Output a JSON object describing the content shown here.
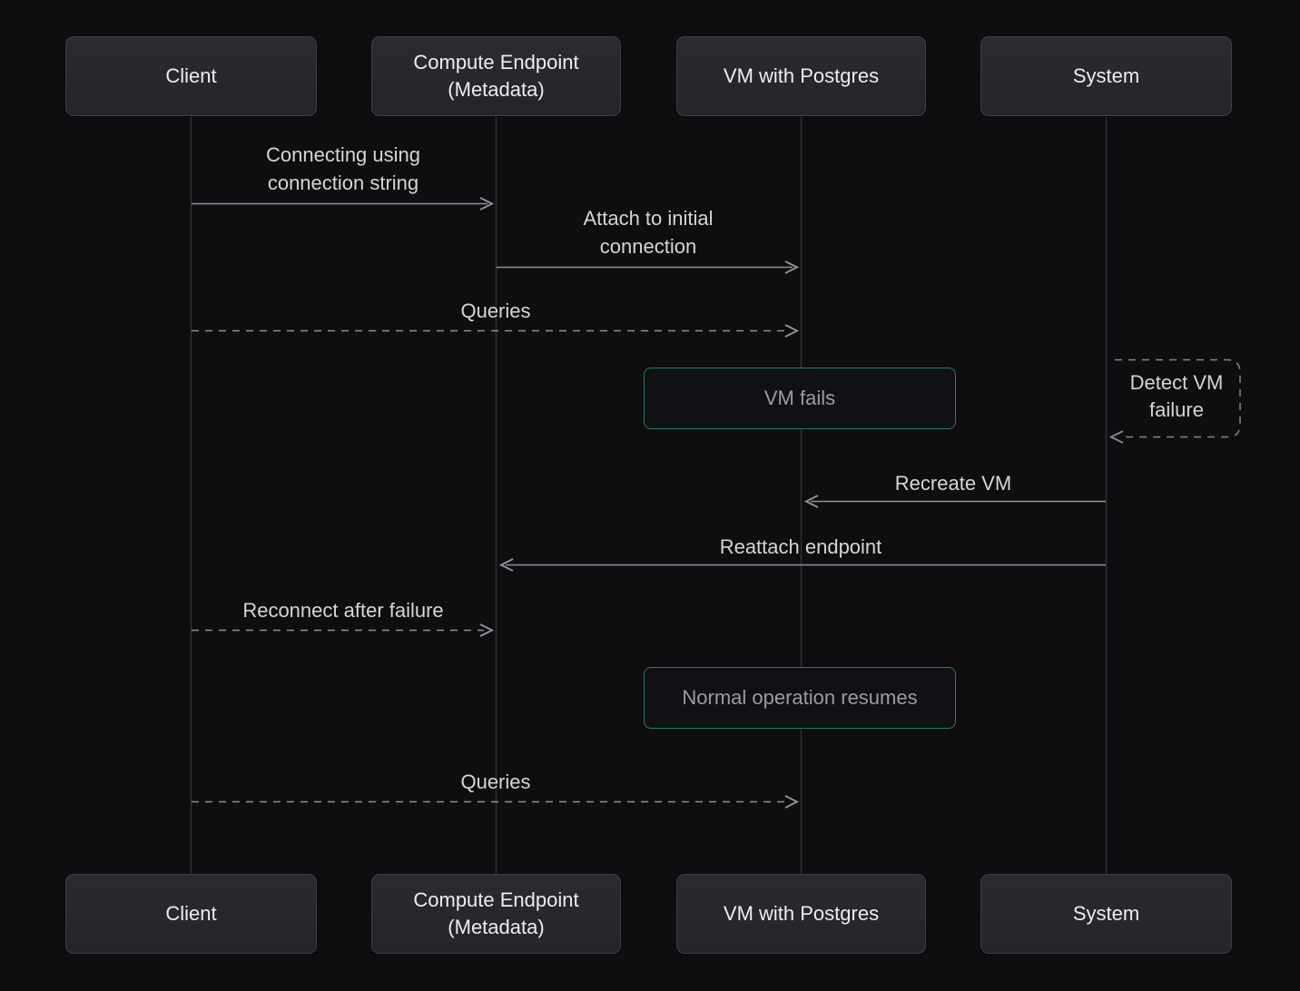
{
  "diagram": {
    "type": "sequence-diagram",
    "actors": [
      {
        "id": "client",
        "label": "Client"
      },
      {
        "id": "compute-endpoint",
        "label": "Compute Endpoint (Metadata)"
      },
      {
        "id": "vm-with-postgres",
        "label": "VM with Postgres"
      },
      {
        "id": "system",
        "label": "System"
      }
    ],
    "messages": [
      {
        "from": "Client",
        "to": "Compute Endpoint (Metadata)",
        "label": "Connecting using connection string",
        "line": "solid"
      },
      {
        "from": "Compute Endpoint (Metadata)",
        "to": "VM with Postgres",
        "label": "Attach to initial connection",
        "line": "solid"
      },
      {
        "from": "Client",
        "to": "VM with Postgres",
        "label": "Queries",
        "line": "dashed"
      },
      {
        "from": "System",
        "to": "System",
        "label": "Detect VM failure",
        "line": "dashed-self"
      },
      {
        "from": "System",
        "to": "VM with Postgres",
        "label": "Recreate VM",
        "line": "solid"
      },
      {
        "from": "System",
        "to": "Compute Endpoint (Metadata)",
        "label": "Reattach endpoint",
        "line": "solid"
      },
      {
        "from": "Client",
        "to": "Compute Endpoint (Metadata)",
        "label": "Reconnect after failure",
        "line": "dashed"
      },
      {
        "from": "Client",
        "to": "VM with Postgres",
        "label": "Queries",
        "line": "dashed"
      }
    ],
    "notes": [
      {
        "over": "VM with Postgres",
        "label": "VM fails"
      },
      {
        "over": "VM with Postgres",
        "label": "Normal operation resumes"
      }
    ],
    "colors": {
      "background": "#0e0e10",
      "actor_box_bg": "#26272b",
      "actor_box_border": "#3d3e43",
      "actor_text": "#ededef",
      "message_text": "#d5d5d8",
      "arrow_line": "#909094",
      "lifeline": "#313135",
      "note_border": "#2c7d59",
      "note_bg": "#101114",
      "note_text": "#9b9ca3"
    }
  }
}
